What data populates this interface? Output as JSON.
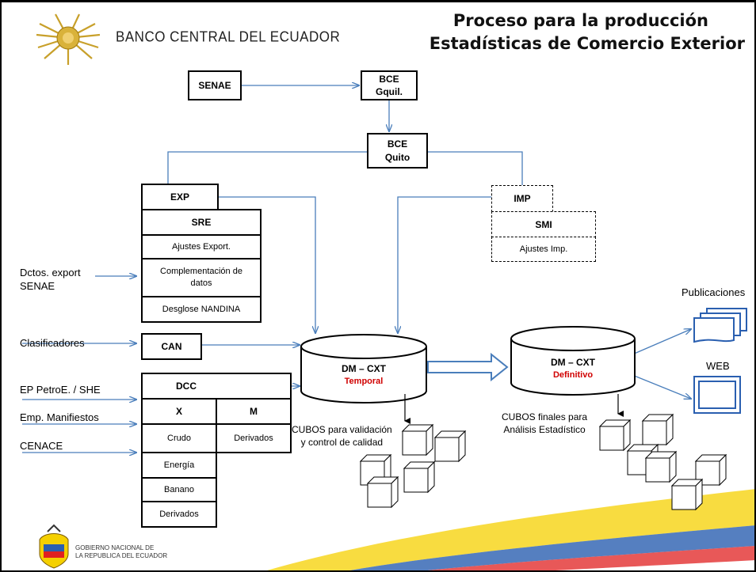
{
  "header": {
    "bank_name": "BANCO CENTRAL DEL ECUADOR",
    "title_line1": "Proceso para la producción",
    "title_line2": "Estadísticas de Comercio Exterior"
  },
  "nodes": {
    "senae": "SENAE",
    "bce_gquil_1": "BCE",
    "bce_gquil_2": "Gquil.",
    "bce_quito_1": "BCE",
    "bce_quito_2": "Quito",
    "exp": "EXP",
    "sre": "SRE",
    "ajustes_export": "Ajustes Export.",
    "complementacion": "Complementación de datos",
    "desglose": "Desglose  NANDINA",
    "imp": "IMP",
    "smi": "SMI",
    "ajustes_imp": "Ajustes Imp.",
    "can": "CAN",
    "dcc": "DCC",
    "x": "X",
    "m": "M",
    "crudo": "Crudo",
    "derivados_m": "Derivados",
    "energia": "Energía",
    "banano": "Banano",
    "derivados_x": "Derivados"
  },
  "inputs": {
    "dctos_line1": "Dctos.  export",
    "dctos_line2": "SENAE",
    "clasificadores": "Clasificadores",
    "ep_petroe": "EP PetroE. / SHE",
    "emp_manifiestos": "Emp. Manifiestos",
    "cenace": "CENACE"
  },
  "databases": {
    "temporal_name": "DM – CXT",
    "temporal_state": "Temporal",
    "definitivo_name": "DM – CXT",
    "definitivo_state": "Definitivo"
  },
  "cubes": {
    "validation_line1": "CUBOS para validación",
    "validation_line2": "y control de calidad",
    "final_line1": "CUBOS finales para",
    "final_line2": "Análisis Estadístico"
  },
  "outputs": {
    "publicaciones": "Publicaciones",
    "web": "WEB"
  },
  "footer": {
    "gov_line1": "GOBIERNO NACIONAL DE",
    "gov_line2": "LA REPUBLICA DEL ECUADOR"
  },
  "colors": {
    "arrow": "#4a7ebb",
    "accent_red": "#d00000",
    "gold": "#c8a02a",
    "flag_yellow": "#f5d000",
    "flag_blue": "#2a5fb0"
  }
}
